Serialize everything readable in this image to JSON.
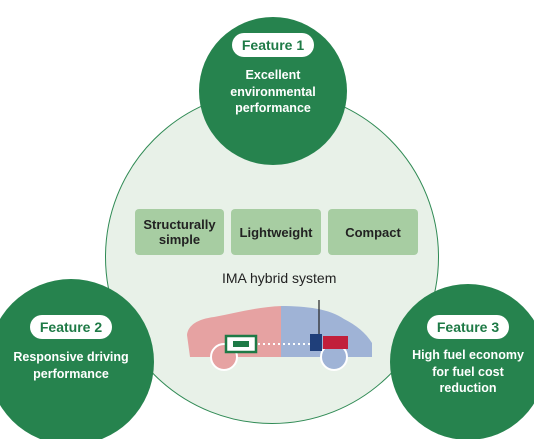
{
  "features": [
    {
      "tag": "Feature 1",
      "text": "Excellent\nenvironmental\nperformance"
    },
    {
      "tag": "Feature 2",
      "text": "Responsive driving\nperformance"
    },
    {
      "tag": "Feature 3",
      "text": "High fuel economy\nfor fuel cost\nreduction"
    }
  ],
  "attributes": [
    "Structurally\nsimple",
    "Lightweight",
    "Compact"
  ],
  "system_label": "IMA hybrid system",
  "colors": {
    "feature_circle": "#26834e",
    "main_circle_fill": "#e8f1e8",
    "attribute_box": "#a7cda2",
    "car_rear": "#e6a2a2",
    "car_front": "#9fb3d6",
    "motor": "#1f3f7a",
    "battery": "#c11f3b",
    "engine": "#1e7a46"
  }
}
